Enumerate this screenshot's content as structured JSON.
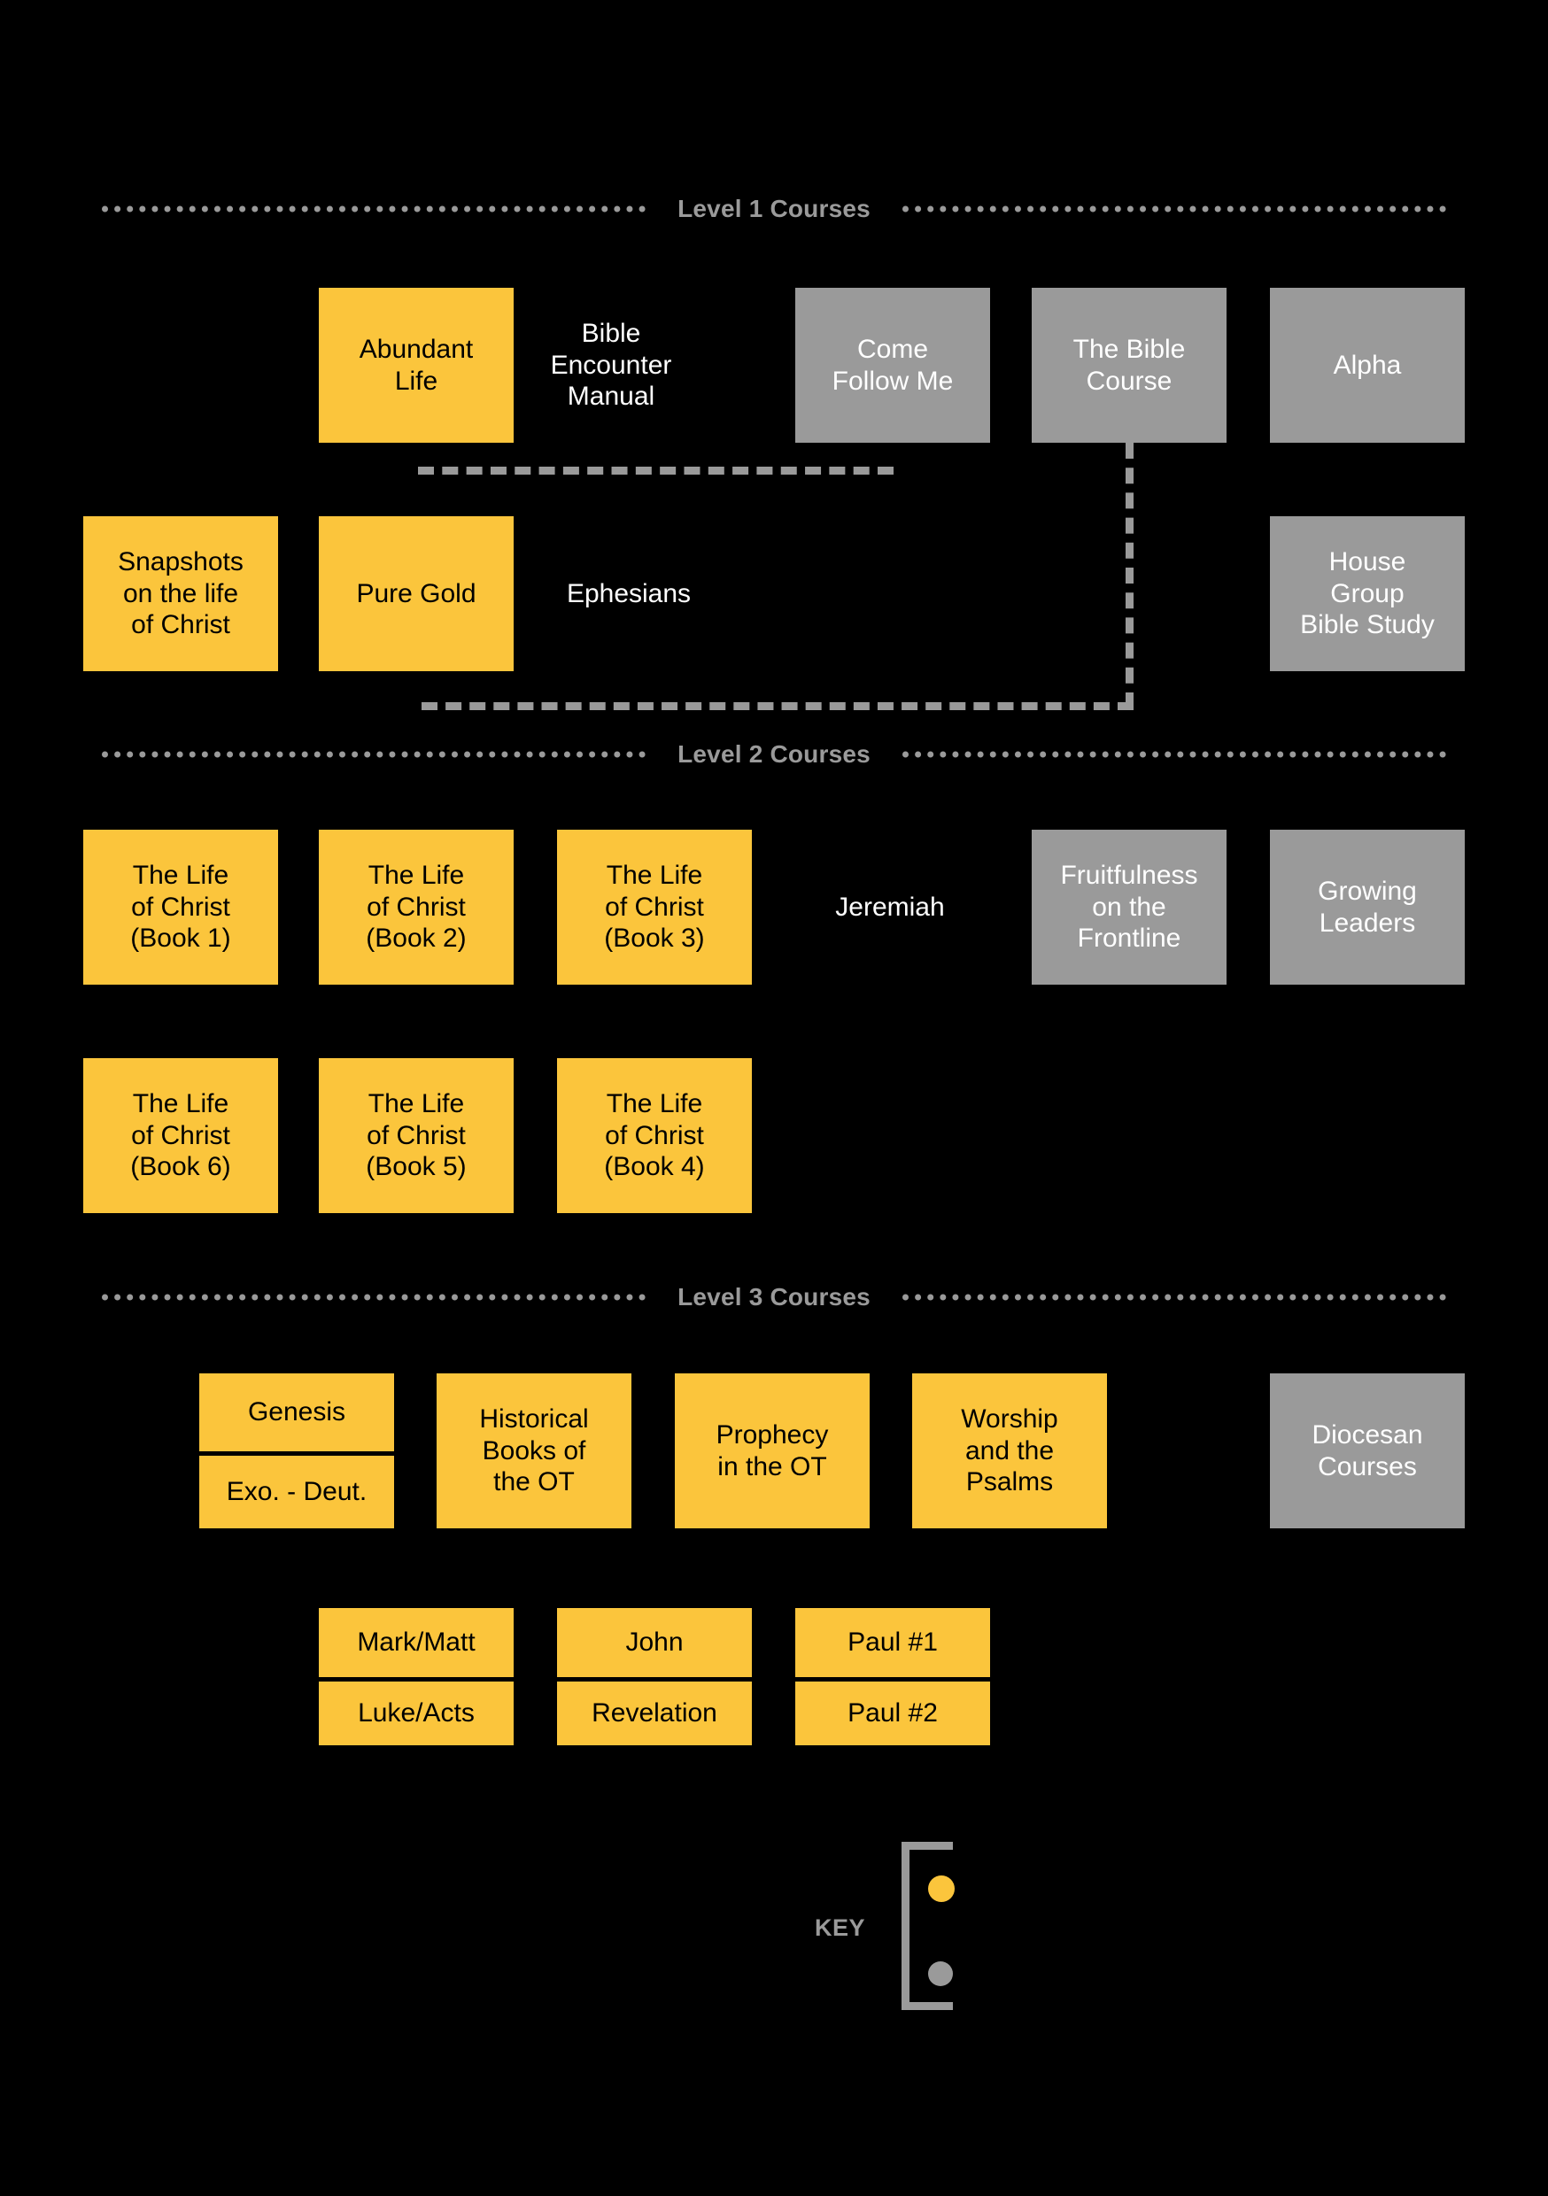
{
  "colors": {
    "background": "#000000",
    "yellow": "#FBC53C",
    "gray": "#9A9A9A",
    "white": "#FFFFFF"
  },
  "levels": [
    {
      "id": "level-1",
      "label": "Level 1 Courses"
    },
    {
      "id": "level-2",
      "label": "Level 2 Courses"
    },
    {
      "id": "level-3",
      "label": "Level 3 Courses"
    }
  ],
  "level1": {
    "row1": [
      {
        "name": "abundant-life",
        "type": "yellow",
        "lines": [
          "Abundant",
          "Life"
        ]
      },
      {
        "name": "bible-encounter-manual",
        "type": "plain",
        "lines": [
          "Bible",
          "Encounter",
          "Manual"
        ]
      },
      {
        "name": "come-follow-me",
        "type": "gray",
        "lines": [
          "Come",
          "Follow Me"
        ]
      },
      {
        "name": "the-bible-course",
        "type": "gray",
        "lines": [
          "The Bible",
          "Course"
        ]
      },
      {
        "name": "alpha",
        "type": "gray",
        "lines": [
          "Alpha"
        ]
      }
    ],
    "row2": [
      {
        "name": "snapshots-on-the-life-of-christ",
        "type": "yellow",
        "lines": [
          "Snapshots",
          "on the life",
          "of Christ"
        ]
      },
      {
        "name": "pure-gold",
        "type": "yellow",
        "lines": [
          "Pure Gold"
        ]
      },
      {
        "name": "ephesians",
        "type": "plain",
        "lines": [
          "Ephesians"
        ]
      },
      {
        "name": "house-group-bible-study",
        "type": "gray",
        "lines": [
          "House",
          "Group",
          "Bible Study"
        ]
      }
    ]
  },
  "level2": {
    "row1": [
      {
        "name": "life-of-christ-book-1",
        "type": "yellow",
        "lines": [
          "The Life",
          "of Christ",
          "(Book 1)"
        ]
      },
      {
        "name": "life-of-christ-book-2",
        "type": "yellow",
        "lines": [
          "The Life",
          "of Christ",
          "(Book 2)"
        ]
      },
      {
        "name": "life-of-christ-book-3",
        "type": "yellow",
        "lines": [
          "The Life",
          "of Christ",
          "(Book 3)"
        ]
      },
      {
        "name": "jeremiah",
        "type": "plain",
        "lines": [
          "Jeremiah"
        ]
      },
      {
        "name": "fruitfulness-on-the-frontline",
        "type": "gray",
        "lines": [
          "Fruitfulness",
          "on the",
          "Frontline"
        ]
      },
      {
        "name": "growing-leaders",
        "type": "gray",
        "lines": [
          "Growing",
          "Leaders"
        ]
      }
    ],
    "row2": [
      {
        "name": "life-of-christ-book-6",
        "type": "yellow",
        "lines": [
          "The Life",
          "of Christ",
          "(Book 6)"
        ]
      },
      {
        "name": "life-of-christ-book-5",
        "type": "yellow",
        "lines": [
          "The Life",
          "of Christ",
          "(Book 5)"
        ]
      },
      {
        "name": "life-of-christ-book-4",
        "type": "yellow",
        "lines": [
          "The Life",
          "of Christ",
          "(Book 4)"
        ]
      }
    ]
  },
  "level3": {
    "row1": [
      {
        "name": "genesis-exodus-deuteronomy",
        "type": "yellow",
        "split": true,
        "top": "Genesis",
        "bottom": "Exo. - Deut."
      },
      {
        "name": "historical-books-of-the-ot",
        "type": "yellow",
        "lines": [
          "Historical",
          "Books of",
          "the OT"
        ]
      },
      {
        "name": "prophecy-in-the-ot",
        "type": "yellow",
        "lines": [
          "Prophecy",
          "in the OT"
        ]
      },
      {
        "name": "worship-and-the-psalms",
        "type": "yellow",
        "lines": [
          "Worship",
          "and the",
          "Psalms"
        ]
      },
      {
        "name": "diocesan-courses",
        "type": "gray",
        "lines": [
          "Diocesan",
          "Courses"
        ]
      }
    ],
    "row2": [
      {
        "name": "mark-matt-luke-acts",
        "type": "yellow",
        "split": true,
        "top": "Mark/Matt",
        "bottom": "Luke/Acts"
      },
      {
        "name": "john-revelation",
        "type": "yellow",
        "split": true,
        "top": "John",
        "bottom": "Revelation"
      },
      {
        "name": "paul-1-paul-2",
        "type": "yellow",
        "split": true,
        "top": "Paul #1",
        "bottom": "Paul #2"
      }
    ]
  },
  "key": {
    "label": "KEY",
    "swatches": [
      {
        "name": "key-swatch-yellow",
        "color": "#FBC53C"
      },
      {
        "name": "key-swatch-gray",
        "color": "#9A9A9A"
      }
    ]
  }
}
